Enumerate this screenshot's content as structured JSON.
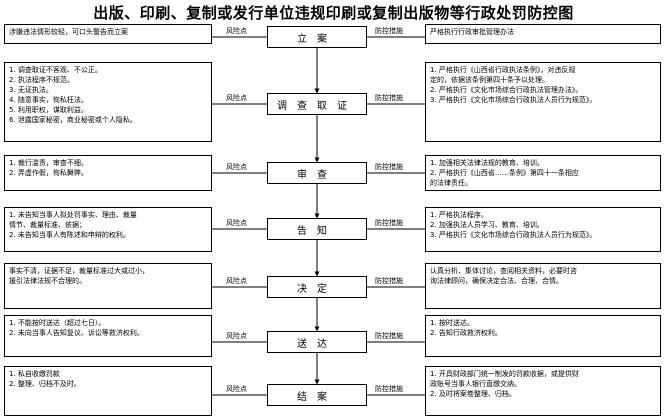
{
  "title": "出版、印刷、复制或发行单位违规印刷或复制出版物等行政处罚防控图",
  "risk_label": "风险点",
  "control_label": "防控措施",
  "stages": [
    {
      "name": "立案",
      "risks": [
        "涉嫌违法情形较轻，可口头警告而立案"
      ],
      "controls": [
        "严格执行行政审批管理办法"
      ]
    },
    {
      "name": "调查取证",
      "risks": [
        "1. 调查取证不客观、不公正。",
        "2. 执法程序不规范。",
        "3. 无证执法。",
        "4. 随意事实，徇私枉法。",
        "5. 利用职权，谋取利益。",
        "6. 泄露国家秘密，商业秘密或个人隐私。"
      ],
      "controls": [
        "1. 严格执行《山西省行政执法条例》，对违反规",
        "定的，依据该条例第四十条予以处理。",
        "2. 严格执行《文化市场综合行政执法管理办法》。",
        "3. 严格执行《文化市场综合行政执法人员行为规范》。"
      ]
    },
    {
      "name": "审查",
      "risks": [
        "1. 裁行滥责，审查不细。",
        "2. 弄虚作假，徇私舞弊。"
      ],
      "controls": [
        "1. 加强相关法律法规的教育、培训。",
        "2. 严格执行《山西省……条例》第四十一条相应",
        "的法律责任。"
      ]
    },
    {
      "name": "告知",
      "risks": [
        "1. 未告知当事人拟处罚事实、理由、裁量",
        "情节、裁量标准、依据；",
        "2. 未告知当事人有陈述和申辩的权利。"
      ],
      "controls": [
        "1. 严格执法程序。",
        "2. 加强执法人员学习、教育、培训。",
        "3. 严格执行《文化市场综合行政执法人员行为规范》。"
      ]
    },
    {
      "name": "决定",
      "risks": [
        "事实不清，证据不足，裁量标准过大或过小，",
        "援引法律法规不合理的。"
      ],
      "controls": [
        "认真分析、集体讨论，查阅相关资料，必要时咨",
        "询法律顾问，确保决定合法、合理、合情。"
      ]
    },
    {
      "name": "送达",
      "risks": [
        "1. 不能按时送达（超过七日）。",
        "2. 未向当事人告知复议、诉讼等救济权利。"
      ],
      "controls": [
        "1. 按时送达。",
        "2. 告知行政救济权利。"
      ]
    },
    {
      "name": "结案",
      "risks": [
        "1. 私自收缴罚款",
        "2. 整理、归档不及时。"
      ],
      "controls": [
        "1. 开具财政部门统一制发的罚款收据，或提供财",
        "政账号当事人银行直缴交纳。",
        "2. 及时将案卷整理、归档。"
      ]
    }
  ]
}
